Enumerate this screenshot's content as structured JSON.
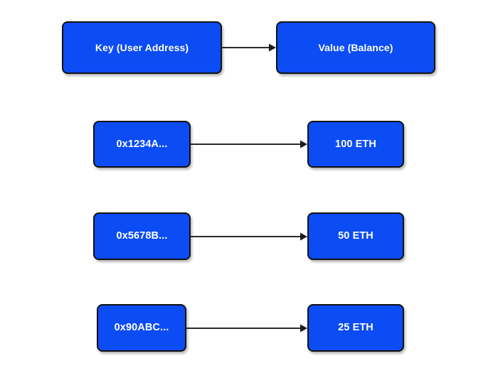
{
  "diagram": {
    "type": "key-value-mapping",
    "background_color": "#ffffff",
    "node_color": "#0b4cf5",
    "node_border_color": "#111111",
    "node_text_color": "#ffffff",
    "arrow_color": "#2a2a2a",
    "header": {
      "key_label": "Key (User Address)",
      "value_label": "Value (Balance)",
      "arrow_icon": "arrow-right-icon"
    },
    "entries": [
      {
        "key": "0x1234A...",
        "value": "100 ETH",
        "arrow_icon": "arrow-right-icon"
      },
      {
        "key": "0x5678B...",
        "value": "50 ETH",
        "arrow_icon": "arrow-right-icon"
      },
      {
        "key": "0x90ABC...",
        "value": "25 ETH",
        "arrow_icon": "arrow-right-icon"
      }
    ]
  }
}
